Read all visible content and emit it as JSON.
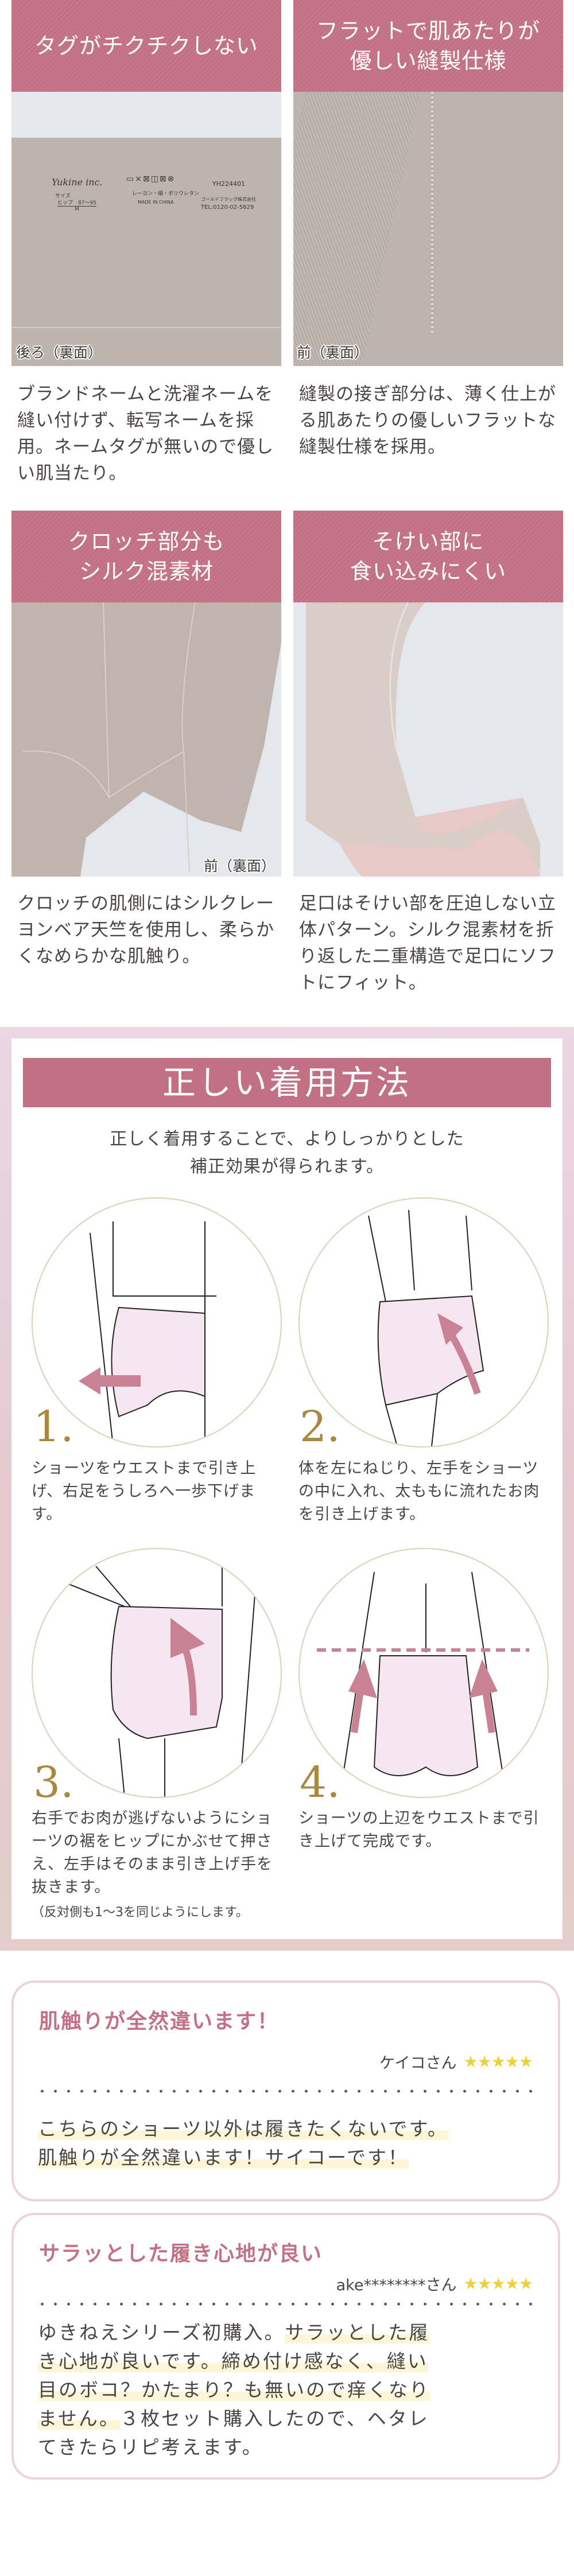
{
  "features": [
    {
      "title": "タグがチクチクしない",
      "caption": "後ろ（裏面）",
      "description": "ブランドネームと洗濯ネームを縫い付けず、転写ネームを採用。ネームタグが無いので優しい肌当たり。",
      "tag_label": {
        "brand": "Yukine inc.",
        "code": "YH224401",
        "material": "レーヨン・絹・ポリウレタン",
        "size_label": "サイズ",
        "size_hip": "ヒップ　87～95",
        "size": "M",
        "origin": "MADE IN CHINA",
        "company": "ゴールドフラッグ株式会社",
        "tel": "TEL:0120-02-5629"
      }
    },
    {
      "title": "フラットで肌あたりが\n優しい縫製仕様",
      "caption": "前（裏面）",
      "description": "縫製の接ぎ部分は、薄く仕上がる肌あたりの優しいフラットな縫製仕様を採用。"
    },
    {
      "title": "クロッチ部分も\nシルク混素材",
      "caption": "前（裏面）",
      "description": "クロッチの肌側にはシルクレーヨンベア天竺を使用し、柔らかくなめらかな肌触り。"
    },
    {
      "title": "そけい部に\n食い込みにくい",
      "caption": "",
      "description": "足口はそけい部を圧迫しない立体パターン。シルク混素材を折り返した二重構造で足口にソフトにフィット。"
    }
  ],
  "howto": {
    "title": "正しい着用方法",
    "subtitle": "正しく着用することで、よりしっかりとした\n補正効果が得られます。",
    "steps": [
      {
        "number": "1.",
        "text": "ショーツをウエストまで引き上げ、右足をうしろへ一歩下げます。"
      },
      {
        "number": "2.",
        "text": "体を左にねじり、左手をショーツの中に入れ、太ももに流れたお肉を引き上げます。"
      },
      {
        "number": "3.",
        "text": "右手でお肉が逃げないようにショーツの裾をヒップにかぶせて押さえ、左手はそのまま引き上げ手を抜きます。",
        "note": "（反対側も1～3を同じようにします。"
      },
      {
        "number": "4.",
        "text": "ショーツの上辺をウエストまで引き上げて完成です。"
      }
    ]
  },
  "reviews": [
    {
      "title": "肌触りが全然違います！",
      "reviewer": "ケイコさん",
      "stars": "★★★★★",
      "body_lines": [
        {
          "plain": "",
          "highlight": "こちらのショーツ以外は履きたくないです。"
        },
        {
          "plain": "",
          "highlight": "肌触りが全然違います！サイコーです！"
        }
      ]
    },
    {
      "title": "サラッとした履き心地が良い",
      "reviewer": "ake********さん",
      "stars": "★★★★★",
      "body_lines": [
        {
          "plain": "ゆきねえシリーズ初購入。",
          "highlight": "サラッとした履"
        },
        {
          "plain": "",
          "highlight": "き心地が良いです。締め付け感なく、縫い"
        },
        {
          "plain": "",
          "highlight": "目のボコ？かたまり？も無いので痒くなり"
        },
        {
          "plain": "",
          "highlight": "ません。",
          "after": "３枚セット購入したので、ヘタレ"
        },
        {
          "plain": "てきたらリピ考えます。",
          "highlight": ""
        }
      ]
    }
  ],
  "colors": {
    "accent": "#c27083",
    "gold": "#a8893f",
    "star": "#ecd040",
    "highlight": "#fdf6d6",
    "text": "#4a4543",
    "arrow": "#c98194"
  }
}
